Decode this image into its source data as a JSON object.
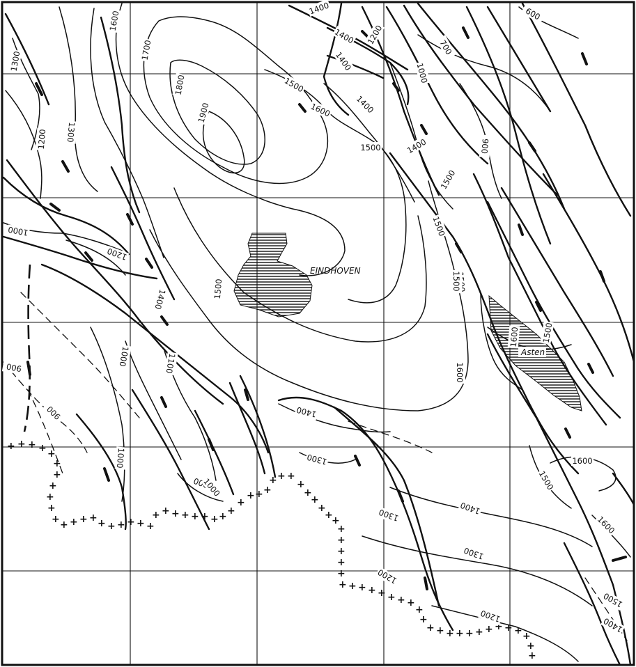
{
  "places": {
    "eindhoven": "EINDHOVEN",
    "asten": "Asten"
  },
  "contour_labels": [
    "1300",
    "1200",
    "1300",
    "1600",
    "1700",
    "1800",
    "1900",
    "1400",
    "1400",
    "1200",
    "1400",
    "1500",
    "1600",
    "1400",
    "1500",
    "1400",
    "700",
    "1000",
    "600",
    "900",
    "1500",
    "1500",
    "1500",
    "1600",
    "1500",
    "1500",
    "1600",
    "1000",
    "1200",
    "1400",
    "1500",
    "1000",
    "1000",
    "1100",
    "900",
    "900",
    "1400",
    "1000",
    "1000",
    "1300",
    "1400",
    "1300",
    "1300",
    "1200",
    "1200",
    "1600",
    "1500",
    "1600",
    "1500",
    "1400"
  ],
  "colors": {
    "ink": "#111111",
    "paper": "#ffffff"
  }
}
